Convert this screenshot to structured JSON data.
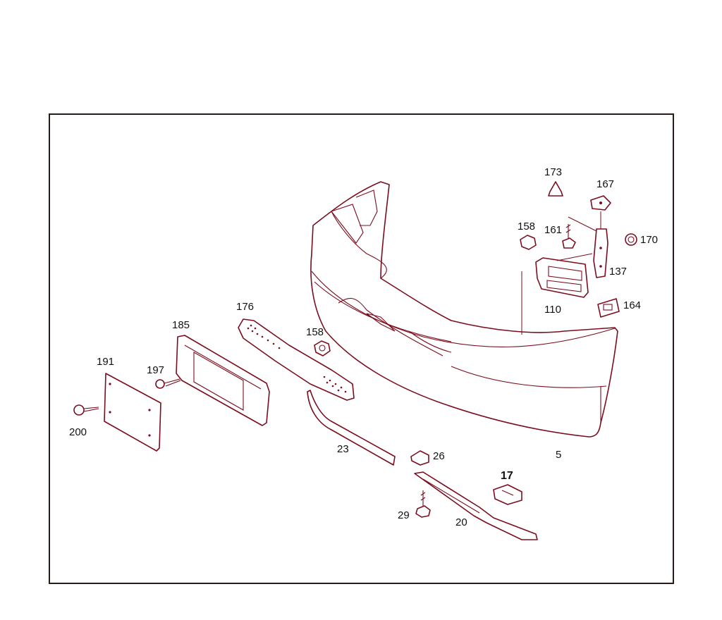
{
  "diagram": {
    "line_color": "#7a0e1e",
    "labels": [
      {
        "id": "5",
        "text": "5"
      },
      {
        "id": "17",
        "text": "17"
      },
      {
        "id": "20",
        "text": "20"
      },
      {
        "id": "23",
        "text": "23"
      },
      {
        "id": "26",
        "text": "26"
      },
      {
        "id": "29",
        "text": "29"
      },
      {
        "id": "110",
        "text": "110"
      },
      {
        "id": "137",
        "text": "137"
      },
      {
        "id": "158a",
        "text": "158"
      },
      {
        "id": "158b",
        "text": "158"
      },
      {
        "id": "161",
        "text": "161"
      },
      {
        "id": "164",
        "text": "164"
      },
      {
        "id": "167",
        "text": "167"
      },
      {
        "id": "170",
        "text": "170"
      },
      {
        "id": "173",
        "text": "173"
      },
      {
        "id": "176",
        "text": "176"
      },
      {
        "id": "185",
        "text": "185"
      },
      {
        "id": "191",
        "text": "191"
      },
      {
        "id": "197",
        "text": "197"
      },
      {
        "id": "200",
        "text": "200"
      }
    ]
  }
}
